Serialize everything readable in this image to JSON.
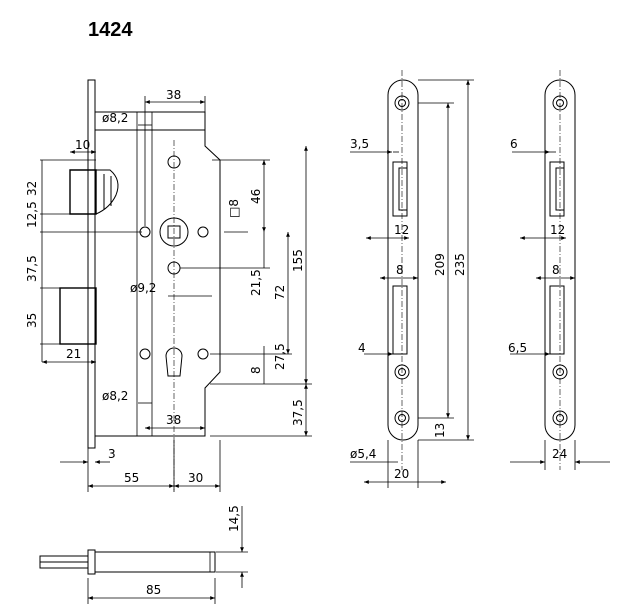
{
  "title": "1424",
  "dimensions": {
    "d_38_top": "38",
    "d_phi82_top": "ø8,2",
    "d_10": "10",
    "d_32": "32",
    "d_125": "12,5",
    "d_375_left": "37,5",
    "d_35": "35",
    "d_21": "21",
    "d_sq8": "□8",
    "d_46": "46",
    "d_215": "21,5",
    "d_phi92": "ø9,2",
    "d_72": "72",
    "d_155": "155",
    "d_8_cyl": "8",
    "d_275": "27,5",
    "d_phi82_bottom": "ø8,2",
    "d_38_bottom": "38",
    "d_375_right": "37,5",
    "d_3": "3",
    "d_55": "55",
    "d_30": "30",
    "d_145": "14,5",
    "d_85": "85",
    "d_35b": "3,5",
    "d_12a": "12",
    "d_8a": "8",
    "d_4": "4",
    "d_209": "209",
    "d_235": "235",
    "d_13": "13",
    "d_phi54": "ø5,4",
    "d_20": "20",
    "d_6": "6",
    "d_12b": "12",
    "d_8b": "8",
    "d_65": "6,5",
    "d_24": "24"
  }
}
